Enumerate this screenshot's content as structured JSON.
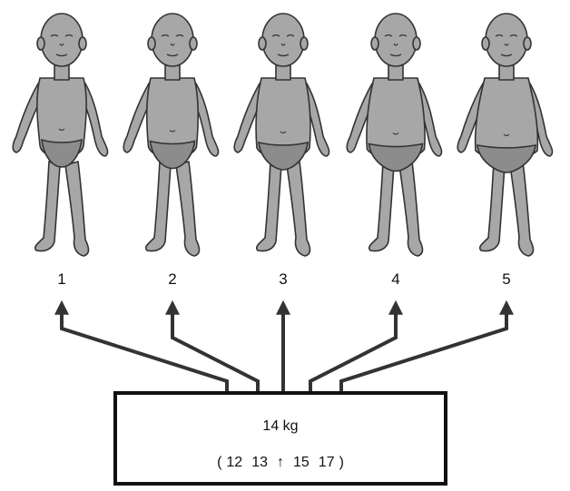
{
  "figures": [
    {
      "label": "1",
      "belly": 0.0
    },
    {
      "label": "2",
      "belly": 0.25
    },
    {
      "label": "3",
      "belly": 0.5
    },
    {
      "label": "4",
      "belly": 0.75
    },
    {
      "label": "5",
      "belly": 1.0
    }
  ],
  "box": {
    "weight": "14 kg",
    "open_paren": "(",
    "scale": [
      "12",
      "13",
      "15",
      "17"
    ],
    "marker": "↑",
    "close_paren": ")"
  },
  "colors": {
    "skin": "#a7a7a7",
    "outline": "#333333",
    "arrow": "#333333",
    "diaper": "#8c8c8c"
  }
}
